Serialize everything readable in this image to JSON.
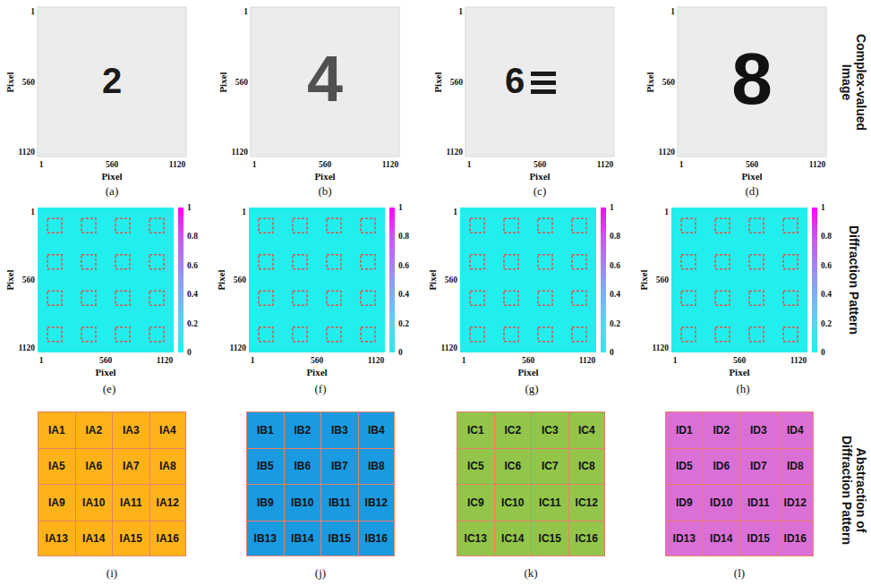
{
  "diagram": {
    "nodes": [
      {
        "text": [
          "IA1"
        ]
      },
      {
        "text": [
          "IA2"
        ]
      },
      {
        "text": [
          "IA3"
        ]
      },
      {
        "text": [
          "IA4"
        ]
      },
      {
        "text": [
          "IA5"
        ]
      },
      {
        "text": [
          "IA6"
        ]
      },
      {
        "text": [
          "IA7"
        ]
      },
      {
        "text": [
          "IA8"
        ]
      },
      {
        "text": [
          "IA9"
        ]
      },
      {
        "text": [
          "IA10"
        ]
      },
      {
        "text": [
          "IA11"
        ]
      },
      {
        "text": [
          "IA12"
        ]
      },
      {
        "text": [
          "IA13"
        ]
      },
      {
        "text": [
          "IA14"
        ]
      },
      {
        "text": [
          "IA15"
        ]
      },
      {
        "text": [
          "IA16"
        ]
      },
      {
        "text": [
          "IB1"
        ]
      },
      {
        "text": [
          "IB2"
        ]
      },
      {
        "text": [
          "IB3"
        ]
      },
      {
        "text": [
          "IB4"
        ]
      },
      {
        "text": [
          "IB5"
        ]
      },
      {
        "text": [
          "IB6"
        ]
      },
      {
        "text": [
          "IB7"
        ]
      },
      {
        "text": [
          "IB8"
        ]
      },
      {
        "text": [
          "IB9"
        ]
      },
      {
        "text": [
          "IB10"
        ]
      },
      {
        "text": [
          "IB11"
        ]
      },
      {
        "text": [
          "IB12"
        ]
      },
      {
        "text": [
          "IB13"
        ]
      },
      {
        "text": [
          "IB14"
        ]
      },
      {
        "text": [
          "IB15"
        ]
      },
      {
        "text": [
          "IB16"
        ]
      },
      {
        "text": [
          "IC1"
        ]
      },
      {
        "text": [
          "IC2"
        ]
      },
      {
        "text": [
          "IC3"
        ]
      },
      {
        "text": [
          "IC4"
        ]
      },
      {
        "text": [
          "IC5"
        ]
      },
      {
        "text": [
          "IC6"
        ]
      },
      {
        "text": [
          "IC7"
        ]
      },
      {
        "text": [
          "IC8"
        ]
      },
      {
        "text": [
          "IC9"
        ]
      },
      {
        "text": [
          "IC10"
        ]
      },
      {
        "text": [
          "IC11"
        ]
      },
      {
        "text": [
          "IC12"
        ]
      },
      {
        "text": [
          "IC13"
        ]
      },
      {
        "text": [
          "IC14"
        ]
      },
      {
        "text": [
          "IC15"
        ]
      },
      {
        "text": [
          "IC16"
        ]
      },
      {
        "text": [
          "ID1"
        ]
      },
      {
        "text": [
          "ID2"
        ]
      },
      {
        "text": [
          "ID3"
        ]
      },
      {
        "text": [
          "ID4"
        ]
      },
      {
        "text": [
          "ID5"
        ]
      },
      {
        "text": [
          "ID6"
        ]
      },
      {
        "text": [
          "ID7"
        ]
      },
      {
        "text": [
          "ID8"
        ]
      },
      {
        "text": [
          "ID9"
        ]
      },
      {
        "text": [
          "ID10"
        ]
      },
      {
        "text": [
          "ID11"
        ]
      },
      {
        "text": [
          "ID12"
        ]
      },
      {
        "text": [
          "ID13"
        ]
      },
      {
        "text": [
          "ID14"
        ]
      },
      {
        "text": [
          "ID15"
        ]
      },
      {
        "text": [
          "ID16"
        ]
      }
    ],
    "labels": [
      "1",
      "560",
      "1120",
      "1",
      "560",
      "1120",
      "Pixel",
      "Pixel",
      "2",
      "(a)",
      "1",
      "560",
      "1120",
      "1",
      "560",
      "1120",
      "Pixel",
      "Pixel",
      "4",
      "(b)",
      "1",
      "560",
      "1120",
      "1",
      "560",
      "1120",
      "Pixel",
      "Pixel",
      "6",
      "(c)",
      "1",
      "560",
      "1120",
      "1",
      "560",
      "1120",
      "Pixel",
      "Pixel",
      "8",
      "(d)",
      "1",
      "560",
      "1120",
      "1",
      "560",
      "1120",
      "Pixel",
      "Pixel",
      "1",
      "0.8",
      "0.6",
      "0.4",
      "0.2",
      "0",
      "(e)",
      "1",
      "560",
      "1120",
      "1",
      "560",
      "1120",
      "Pixel",
      "Pixel",
      "1",
      "0.8",
      "0.6",
      "0.4",
      "0.2",
      "0",
      "(f)",
      "1",
      "560",
      "1120",
      "1",
      "560",
      "1120",
      "Pixel",
      "Pixel",
      "1",
      "0.8",
      "0.6",
      "0.4",
      "0.2",
      "0",
      "(g)",
      "1",
      "560",
      "1120",
      "1",
      "560",
      "1120",
      "Pixel",
      "Pixel",
      "1",
      "0.8",
      "0.6",
      "0.4",
      "0.2",
      "0",
      "(h)",
      "(i)",
      "(j)",
      "(k)",
      "(l)",
      "Complex-valued Image",
      "Diffraction Pattern",
      "Abstraction of Diffraction Pattern"
    ]
  }
}
